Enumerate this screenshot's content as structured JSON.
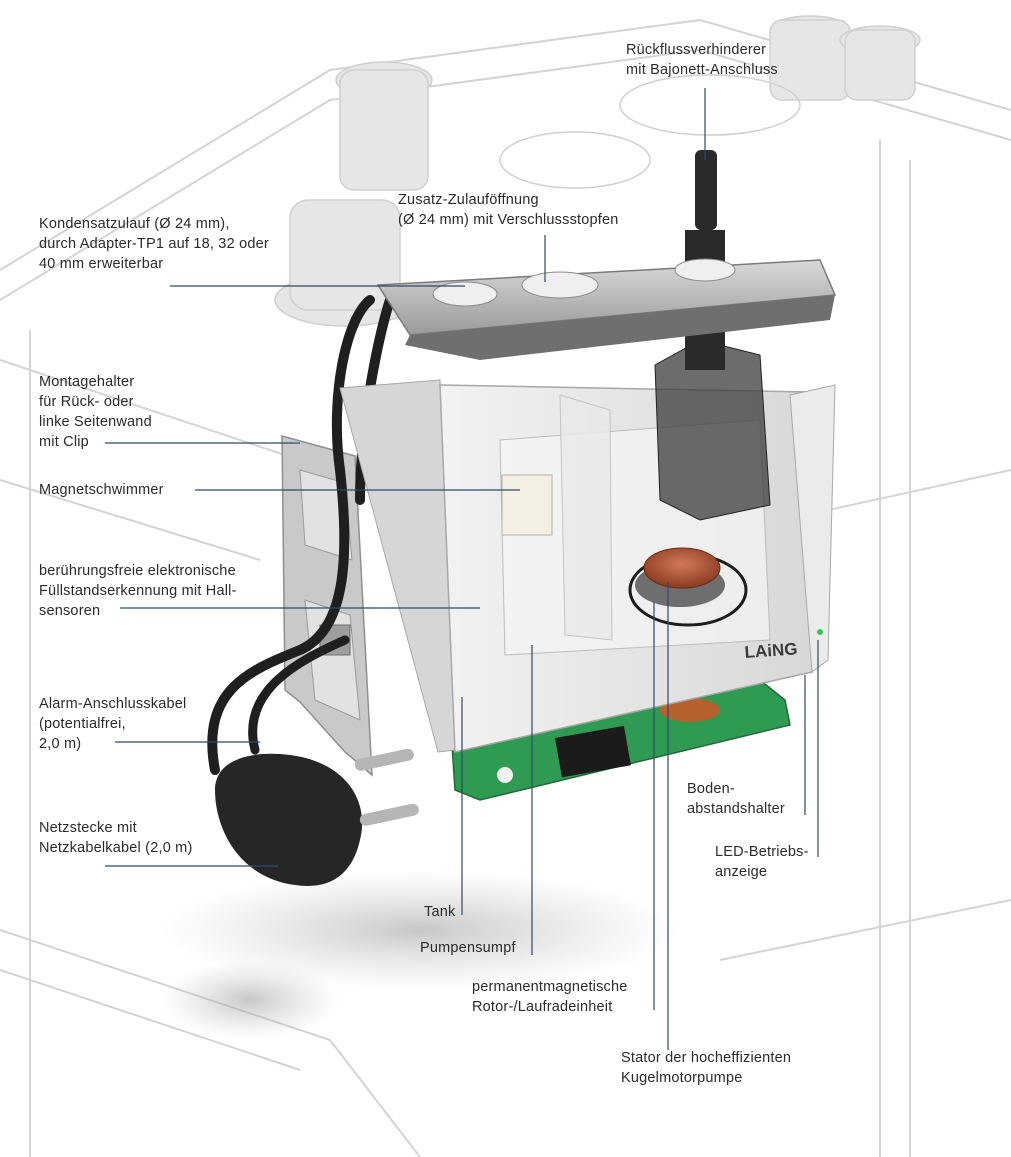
{
  "brand": {
    "logo_text": "LAiNG",
    "colors": {
      "leader": "#2d4a6e",
      "pcb": "#2f9a52",
      "housing": "#eeeeee",
      "text": "#2b2b2b"
    }
  },
  "labels": {
    "rueckfluss": "Rückflussverhinderer\nmit Bajonett-Anschluss",
    "zusatz": "Zusatz-Zulauföffnung\n(Ø 24 mm) mit Verschlussstopfen",
    "kondensat": "Kondensatzulauf (Ø 24 mm),\ndurch Adapter-TP1 auf 18, 32 oder\n40 mm erweiterbar",
    "montage": "Montagehalter\nfür Rück- oder\nlinke Seitenwand\nmit Clip",
    "magnet": "Magnetschwimmer",
    "beruehrung": "berührungsfreie elektronische\nFüllstandserkennung mit Hall-\nsensoren",
    "alarm": "Alarm-Anschlusskabel\n(potentialfrei,\n2,0 m)",
    "netz": "Netzstecke mit\nNetzkabelkabel (2,0 m)",
    "tank": "Tank",
    "pumpensumpf": "Pumpensumpf",
    "rotor": "permanentmagnetische\nRotor-/Laufradeinheit",
    "stator": "Stator der hocheffizienten\nKugelmotorpumpe",
    "boden": "Boden-\nabstandshalter",
    "led": "LED-Betriebs-\nanzeige"
  }
}
